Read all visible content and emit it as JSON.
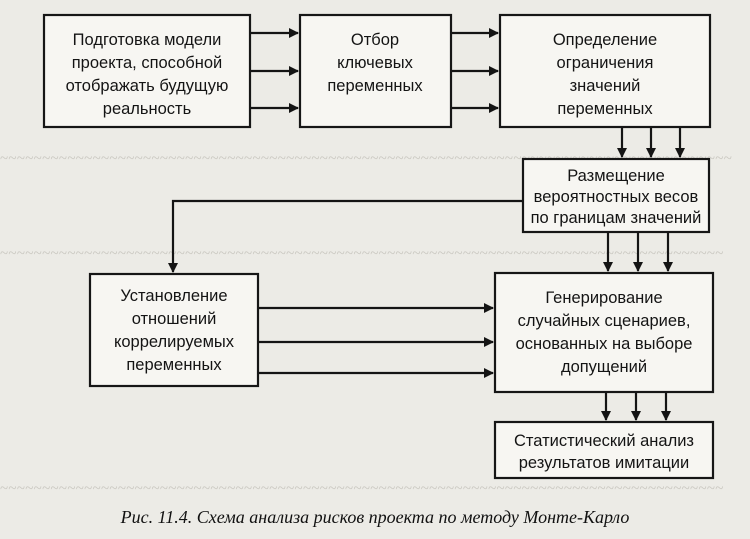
{
  "diagram": {
    "boxes": {
      "model": [
        "Подготовка модели",
        "проекта, способной",
        "отображать будущую",
        "реальность"
      ],
      "select": [
        "Отбор",
        "ключевых",
        "переменных"
      ],
      "limits": [
        "Определение",
        "ограничения",
        "значений",
        "переменных"
      ],
      "weights": [
        "Размещение",
        "вероятностных весов",
        "по границам значений"
      ],
      "correl": [
        "Установление",
        "отношений",
        "коррелируемых",
        "переменных"
      ],
      "generate": [
        "Генерирование",
        "случайных сценариев,",
        "основанных на выборе",
        "допущений"
      ],
      "stats": [
        "Статистический анализ",
        "результатов имитации"
      ]
    }
  },
  "caption": "Рис. 11.4. Схема анализа рисков проекта по методу Монте-Карло",
  "colors": {
    "ink": "#141414",
    "box_fill": "#f7f6f2",
    "paper": "#ecebe6"
  }
}
